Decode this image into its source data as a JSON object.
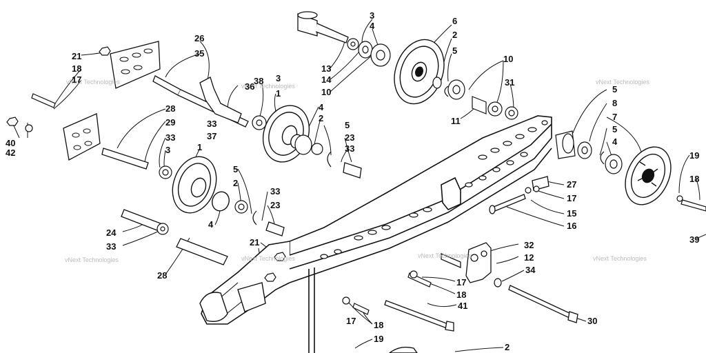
{
  "watermark": {
    "text": "vNext Technologies"
  },
  "callouts": [
    "21",
    "18",
    "17",
    "40",
    "42",
    "26",
    "35",
    "36",
    "38",
    "3",
    "1",
    "33",
    "37",
    "28",
    "29",
    "33",
    "3",
    "1",
    "4",
    "2",
    "5",
    "23",
    "33",
    "5",
    "2",
    "33",
    "23",
    "4",
    "24",
    "33",
    "28",
    "21",
    "13",
    "14",
    "10",
    "3",
    "4",
    "6",
    "2",
    "5",
    "10",
    "31",
    "11",
    "5",
    "8",
    "7",
    "5",
    "4",
    "19",
    "18",
    "39",
    "27",
    "17",
    "15",
    "16",
    "32",
    "12",
    "34",
    "17",
    "18",
    "41",
    "17",
    "18",
    "19",
    "30",
    "2"
  ],
  "colors": {
    "ink": "#111111",
    "background": "#ffffff",
    "watermark": "#bbbbbb"
  }
}
